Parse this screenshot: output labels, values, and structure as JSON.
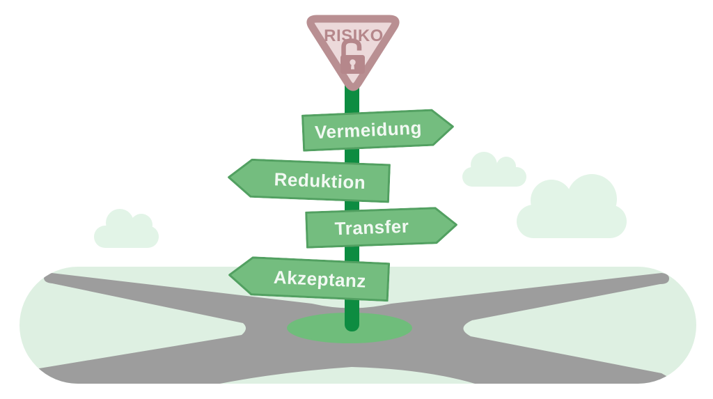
{
  "figure": {
    "title_sign": {
      "label": "RISIKO",
      "icon": "open-padlock-icon"
    },
    "signpost": {
      "signs": [
        {
          "label": "Vermeidung",
          "points": "right"
        },
        {
          "label": "Reduktion",
          "points": "left"
        },
        {
          "label": "Transfer",
          "points": "right"
        },
        {
          "label": "Akzeptanz",
          "points": "left"
        }
      ]
    },
    "colors": {
      "sign_fill": "#74bd7f",
      "sign_border": "#52a061",
      "sign_text": "#f2f9f3",
      "pole": "#0d8c41",
      "island": "#6fbd7b",
      "road": "#9d9d9d",
      "ground": "#def0e2",
      "cloud": "#e2f4e7",
      "badge_fill": "#ecd9da",
      "badge_border": "#b98f92",
      "badge_accent": "#b5878b"
    }
  }
}
